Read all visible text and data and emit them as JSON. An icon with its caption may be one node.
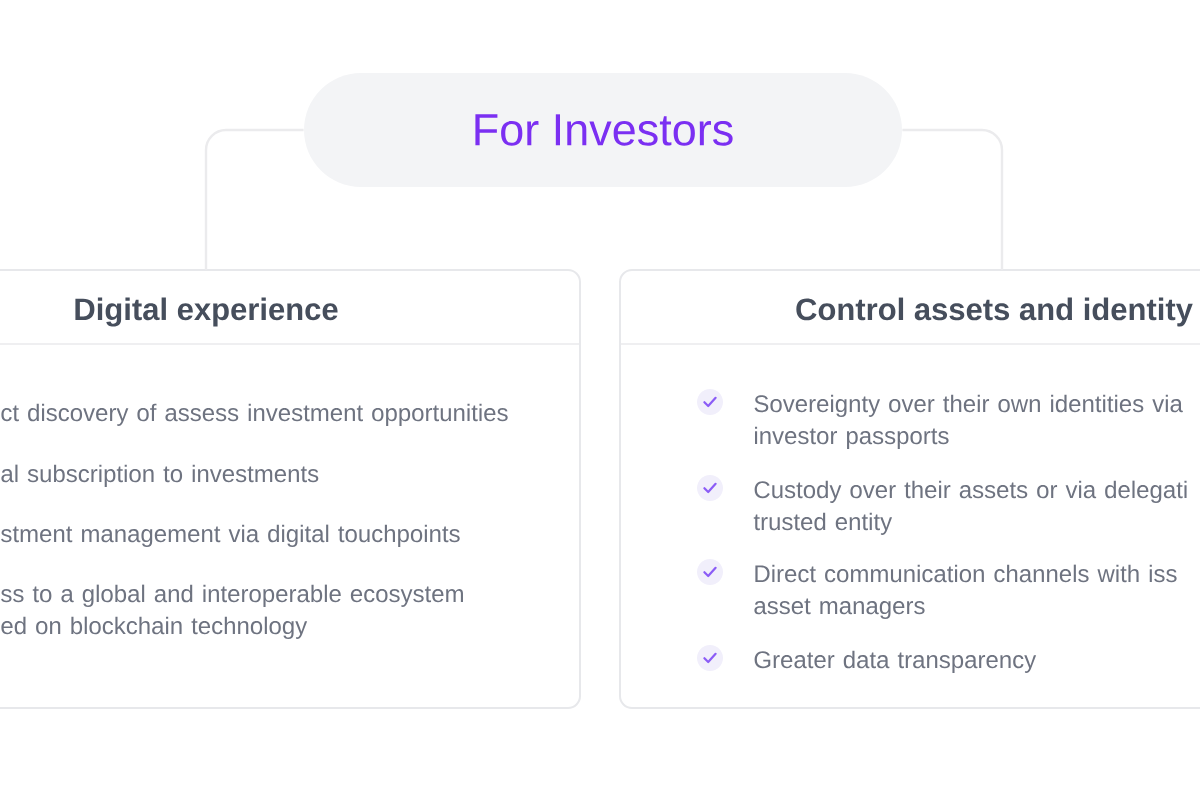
{
  "diagram": {
    "nodes": [
      {
        "text": [
          "For Investors"
        ]
      },
      {
        "text": [
          "Digital experience",
          "ct discovery of assess investment opportunities",
          "al subscription to investments",
          "stment management via digital touchpoints",
          "ss to a global and interoperable ecosystem ed on blockchain technology"
        ]
      },
      {
        "text": [
          "Control assets and identity",
          "Sovereignty over their own identities via investor passports",
          "Custody over their assets or via delegati trusted entity",
          "Direct communication channels with iss asset managers",
          "Greater data transparency"
        ]
      }
    ],
    "edges": [
      {
        "from": 0,
        "to": 1,
        "arrow": "none"
      },
      {
        "from": 0,
        "to": 2,
        "arrow": "none"
      }
    ]
  }
}
